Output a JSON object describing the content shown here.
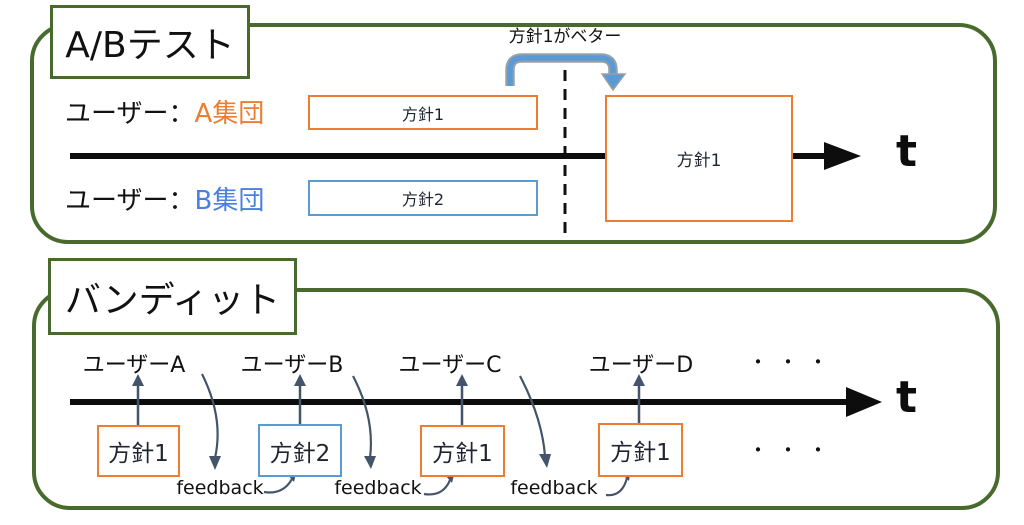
{
  "diagram": {
    "ab_test": {
      "title": "A/Bテスト",
      "user_a_prefix": "ユーザー：",
      "user_a_group": "A集団",
      "user_b_prefix": "ユーザー：",
      "user_b_group": "B集団",
      "policy_a": "方針1",
      "policy_b": "方針2",
      "winner_note": "方針1がベター",
      "winner_policy": "方針1",
      "time_axis": "t"
    },
    "bandit": {
      "title": "バンディット",
      "users": [
        "ユーザーA",
        "ユーザーB",
        "ユーザーC",
        "ユーザーD"
      ],
      "users_more": "・・・",
      "policies": [
        "方針1",
        "方針2",
        "方針1",
        "方針1"
      ],
      "policies_more": "・・・",
      "feedbacks": [
        "feedback",
        "feedback",
        "feedback"
      ],
      "time_axis": "t"
    },
    "colors": {
      "panel_border_green": "#486B2D",
      "policy_orange": "#ED7D31",
      "policy_blue": "#5B9BD5",
      "group_a_text": "#ED7D31",
      "group_b_text": "#4A7FE0",
      "flow_arrow_slate": "#44546A",
      "better_arrow_blue": "#5B9BD5",
      "timeline_black": "#0D0D0D"
    }
  }
}
